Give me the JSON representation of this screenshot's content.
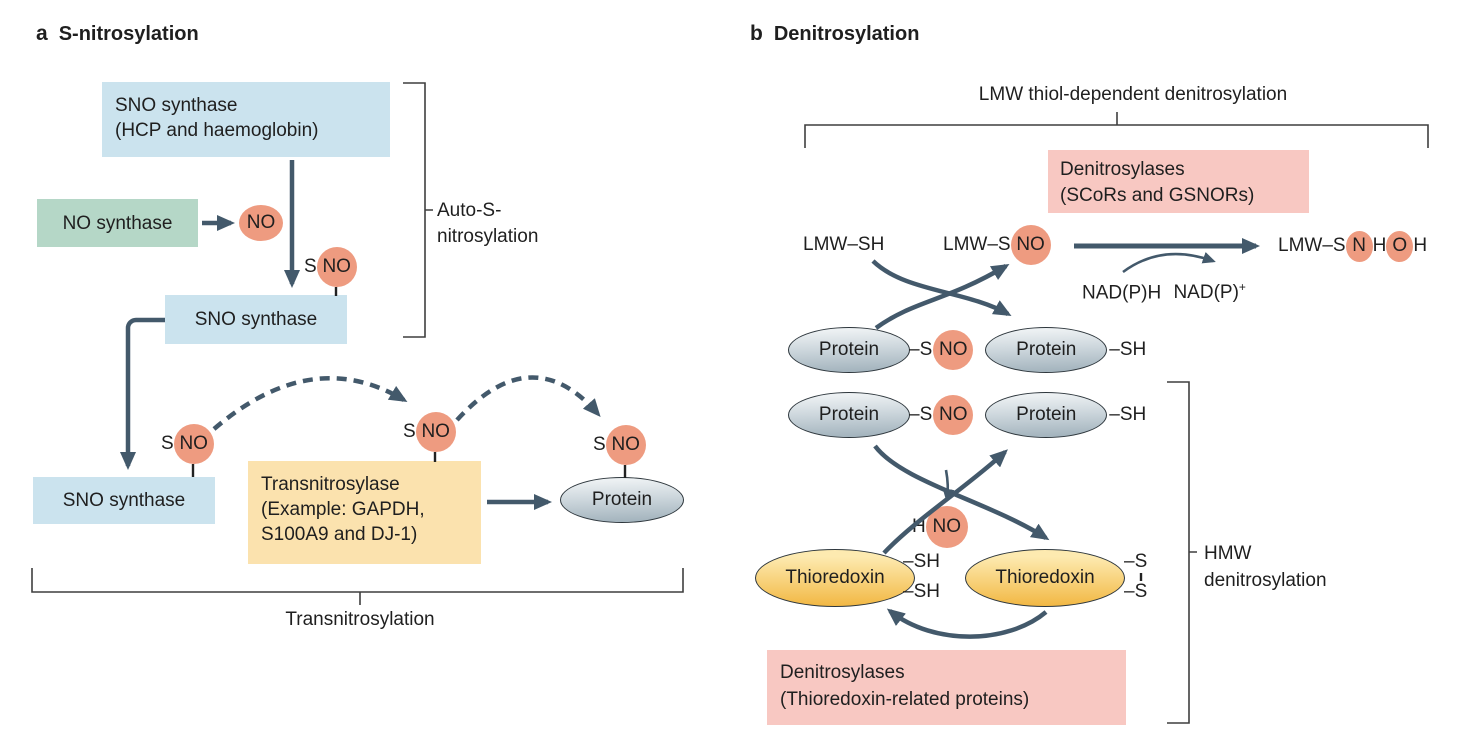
{
  "colors": {
    "light_blue": "#cbe3ee",
    "green": "#b5d7c7",
    "salmon": "#ee9b80",
    "yellow": "#fbe2ae",
    "pink": "#f8c8c2",
    "arrow": "#43596b",
    "line": "#3f3f3f",
    "text": "#1f1f1f",
    "grey_top": "#edf1f3",
    "grey_bottom": "#9fb0ba",
    "trx_top": "#fdeab0",
    "trx_bottom": "#f2b844"
  },
  "atoms": {
    "s": "S",
    "n": "N",
    "o": "O",
    "h": "H",
    "no": "NO",
    "dash_s": "–S",
    "dash_sh": "–SH"
  },
  "panel_a": {
    "letter": "a",
    "title": "S-nitrosylation",
    "sno_synthase_full": {
      "line1": "SNO synthase",
      "line2": "(HCP and haemoglobin)"
    },
    "no_synthase": "NO synthase",
    "sno_synthase": "SNO synthase",
    "transnitrosylase": {
      "line1": "Transnitrosylase",
      "line2": "(Example: GAPDH,",
      "line3": "S100A9 and DJ-1)"
    },
    "protein": "Protein",
    "auto_bracket": {
      "line1": "Auto-S-",
      "line2": "nitrosylation"
    },
    "trans_bracket": "Transnitrosylation"
  },
  "panel_b": {
    "letter": "b",
    "title": "Denitrosylation",
    "lmw_bracket_title": "LMW thiol-dependent denitrosylation",
    "denitrosylases_lmw": {
      "line1": "Denitrosylases",
      "line2": "(SCoRs and GSNORs)"
    },
    "lmw_sh": "LMW–SH",
    "lmw_s": "LMW–S",
    "nadph": "NAD(P)H",
    "nadp_base": "NAD(P)",
    "nadp_sup": "+",
    "protein": "Protein",
    "thioredoxin": "Thioredoxin",
    "denitrosylases_hmw": {
      "line1": "Denitrosylases",
      "line2": "(Thioredoxin-related proteins)"
    },
    "hmw_bracket": {
      "line1": "HMW",
      "line2": "denitrosylation"
    }
  }
}
